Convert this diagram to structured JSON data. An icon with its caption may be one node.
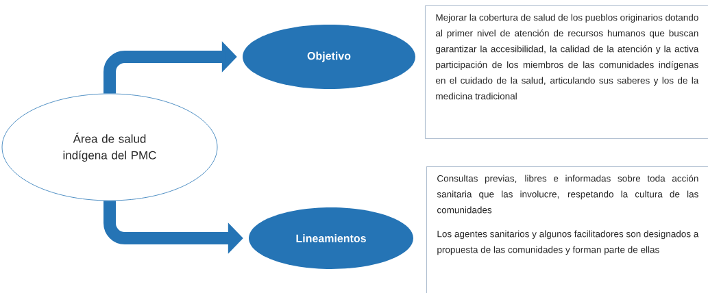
{
  "diagram": {
    "nodes": [
      {
        "text": [
          "Área de salud indígena del PMC"
        ]
      },
      {
        "text": [
          "Objetivo"
        ]
      },
      {
        "text": [
          "Lineamientos"
        ]
      },
      {
        "text": [
          "Mejorar la cobertura de salud de los pueblos originarios dotando al primer nivel de atención de recursos humanos que buscan garantizar la accesibilidad, la calidad de la atención y la activa participación de los miembros de las comunidades indígenas en el cuidado de la salud, articulando sus saberes y los de la medicina tradicional"
        ]
      },
      {
        "text": [
          "Consultas previas, libres e informadas sobre toda acción sanitaria que las involucre, respetando la cultura de las comunidades",
          "Los agentes sanitarios y algunos facilitadores son designados a propuesta de las comunidades y forman parte de ellas"
        ]
      }
    ],
    "edges": [
      {
        "from": 0,
        "to": 1,
        "arrow": "to"
      },
      {
        "from": 0,
        "to": 2,
        "arrow": "to"
      }
    ]
  }
}
